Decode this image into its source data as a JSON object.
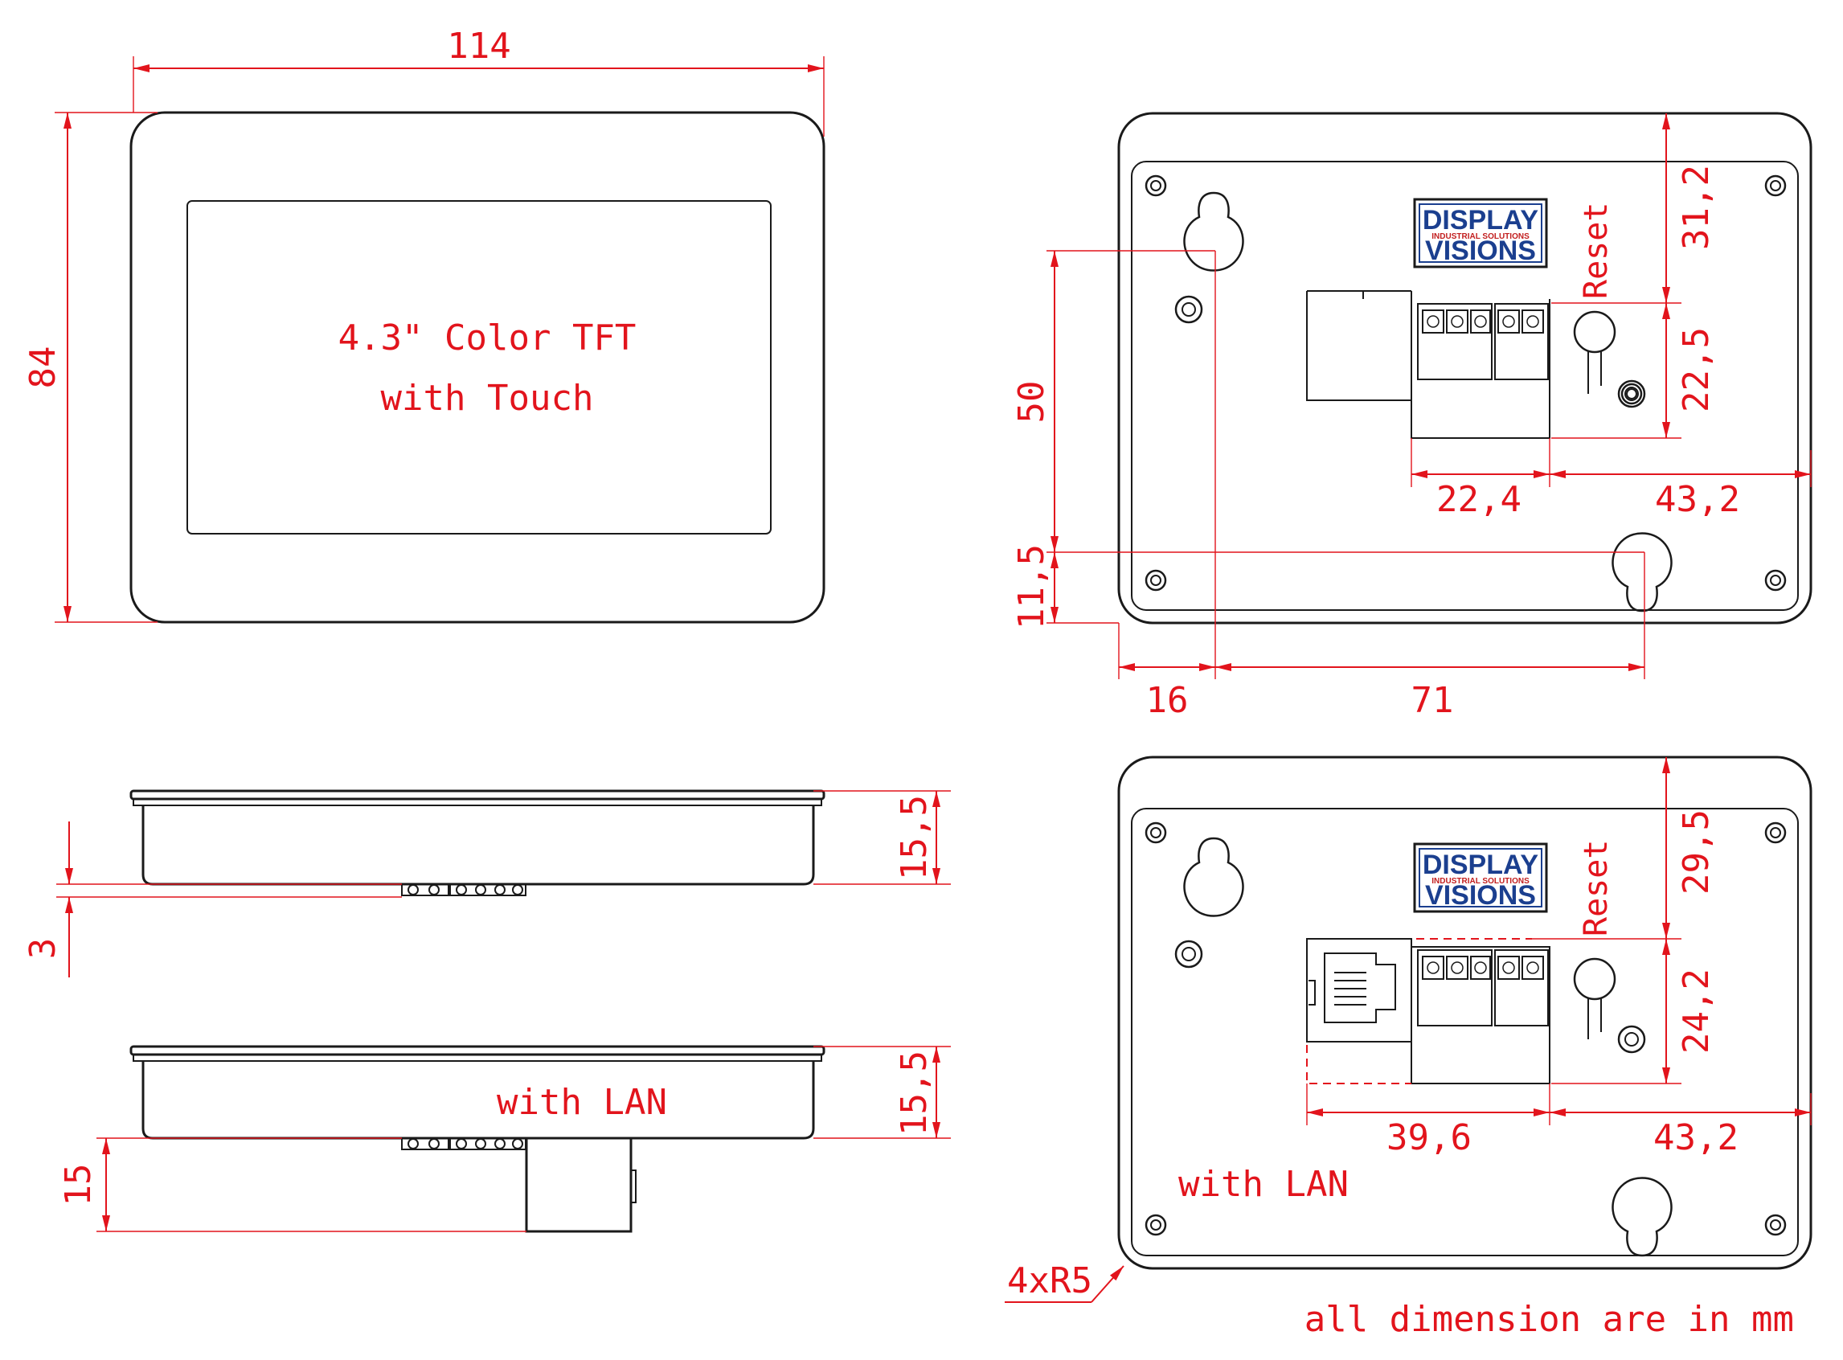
{
  "front": {
    "screen_line1": "4.3\" Color TFT",
    "screen_line2": "with Touch"
  },
  "dims": {
    "width_front": "114",
    "height_front": "84",
    "back_top": "31,2",
    "back_reset": "22,5",
    "back_hole_v": "50",
    "back_hole_bottom": "11,5",
    "back_left": "16",
    "back_hole_h": "71",
    "back_conn_w": "22,4",
    "back_right": "43,2",
    "side_depth": "15,5",
    "side_pins": "3",
    "side2_depth": "15,5",
    "side2_lan": "15",
    "lan_top": "29,5",
    "lan_reset": "24,2",
    "lan_conn_w": "39,6",
    "lan_right": "43,2",
    "radius": "4xR5"
  },
  "labels": {
    "reset_1": "Reset",
    "reset_2": "Reset",
    "with_lan_side": "with LAN",
    "with_lan_back": "with LAN",
    "units_note": "all dimension are in mm"
  },
  "logo": {
    "line1": "DISPLAY",
    "line2": "INDUSTRIAL SOLUTIONS",
    "line3": "VISIONS"
  },
  "colors": {
    "dimension": "#e2141c",
    "outline": "#1a1a1a",
    "logo_blue": "#1b3f8f",
    "logo_red": "#c21e1e"
  }
}
